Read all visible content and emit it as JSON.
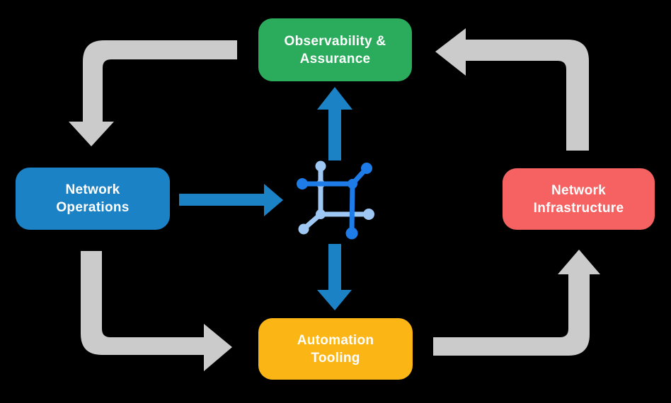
{
  "canvas": {
    "background": "#000000"
  },
  "nodes": {
    "observability": {
      "line1": "Observability &",
      "line2": "Assurance",
      "full_label": "Observability & Assurance",
      "color": "#2BAC5C"
    },
    "operations": {
      "line1": "Network",
      "line2": "Operations",
      "full_label": "Network Operations",
      "color": "#1C82C6"
    },
    "infrastructure": {
      "line1": "Network",
      "line2": "Infrastructure",
      "full_label": "Network Infrastructure",
      "color": "#F66161"
    },
    "automation": {
      "line1": "Automation",
      "line2": "Tooling",
      "full_label": "Automation Tooling",
      "color": "#FBB615"
    }
  },
  "colors": {
    "arrow_gray": "#CBCBCB",
    "arrow_blue": "#1C82C6",
    "icon_dark_blue": "#1E7CE8",
    "icon_light_blue": "#9FC7F3",
    "text": "#FFFFFF"
  },
  "center_icon": "network-mesh-icon",
  "flows": {
    "outer_cycle": [
      {
        "from": "Observability & Assurance",
        "to": "Network Operations"
      },
      {
        "from": "Network Operations",
        "to": "Automation Tooling"
      },
      {
        "from": "Automation Tooling",
        "to": "Network Infrastructure"
      },
      {
        "from": "Network Infrastructure",
        "to": "Observability & Assurance"
      }
    ],
    "center_links": [
      {
        "from": "Network Operations",
        "to": "network-mesh-icon"
      },
      {
        "from": "network-mesh-icon",
        "to": "Observability & Assurance"
      },
      {
        "from": "network-mesh-icon",
        "to": "Automation Tooling"
      }
    ]
  }
}
